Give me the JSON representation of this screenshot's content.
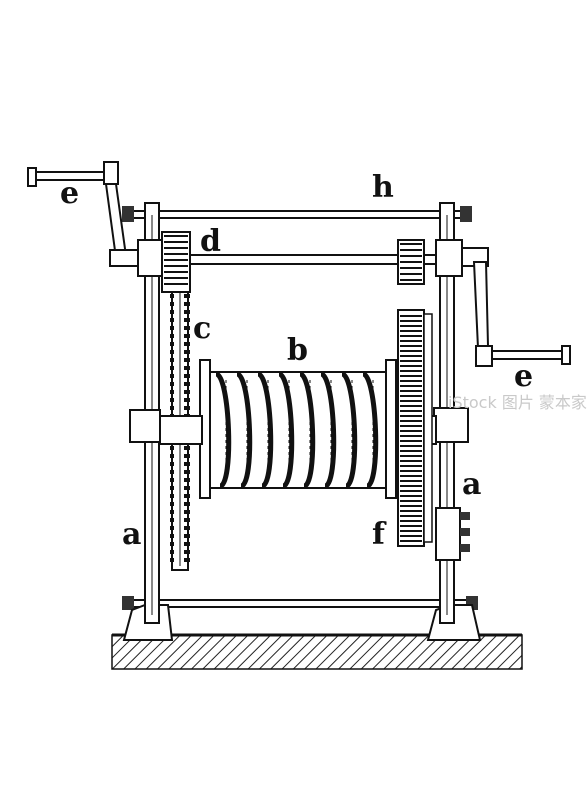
{
  "labels": {
    "a_left": "a",
    "a_right": "a",
    "b": "b",
    "c": "c",
    "d": "d",
    "e_left": "e",
    "e_right": "e",
    "f": "f",
    "h": "h"
  },
  "watermark": "iStock 图片 蒙本家",
  "colors": {
    "ink": "#111111",
    "paper": "#ffffff",
    "hatch": "#222222"
  }
}
